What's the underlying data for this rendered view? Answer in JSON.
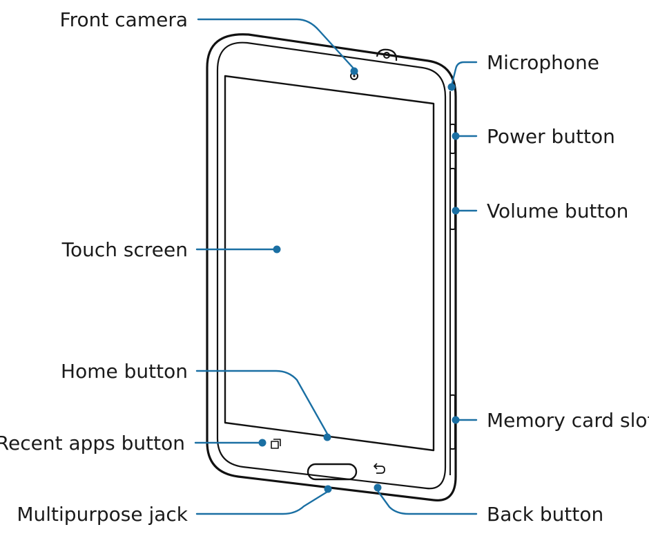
{
  "labels": {
    "front_camera": "Front camera",
    "microphone": "Microphone",
    "power_button": "Power button",
    "volume_button": "Volume button",
    "touch_screen": "Touch screen",
    "home_button": "Home button",
    "memory_card_slot": "Memory card slot",
    "recent_apps_button": "Recent apps button",
    "multipurpose_jack": "Multipurpose jack",
    "back_button": "Back button"
  },
  "colors": {
    "leader": "#1a6fa3",
    "outline": "#111111",
    "text": "#1a1a1a"
  },
  "icons": [
    "recent-apps-icon",
    "back-arrow-icon",
    "front-camera-icon",
    "home-button-icon"
  ]
}
